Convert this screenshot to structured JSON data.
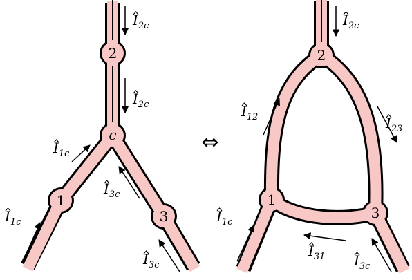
{
  "colors": {
    "tube_fill": "#f8c8c6",
    "outline": "#000000",
    "background": "#ffffff"
  },
  "equivalence_symbol": "⇔",
  "left_graph": {
    "nodes": {
      "n2": "2",
      "nc": "c",
      "n1": "1",
      "n3": "3"
    },
    "currents": {
      "top": {
        "hat": "I",
        "sub": "2c"
      },
      "middle": {
        "hat": "I",
        "sub": "2c"
      },
      "c1": {
        "hat": "I",
        "sub": "1c"
      },
      "c3": {
        "hat": "I",
        "sub": "3c"
      },
      "in1": {
        "hat": "I",
        "sub": "1c"
      },
      "in3": {
        "hat": "I",
        "sub": "3c"
      }
    }
  },
  "right_graph": {
    "nodes": {
      "n2": "2",
      "n1": "1",
      "n3": "3"
    },
    "currents": {
      "top": {
        "hat": "I",
        "sub": "2c"
      },
      "e12": {
        "hat": "I",
        "sub": "12"
      },
      "e23": {
        "hat": "I",
        "sub": "23"
      },
      "e31": {
        "hat": "I",
        "sub": "31"
      },
      "in1": {
        "hat": "I",
        "sub": "1c"
      },
      "in3": {
        "hat": "I",
        "sub": "3c"
      }
    }
  }
}
